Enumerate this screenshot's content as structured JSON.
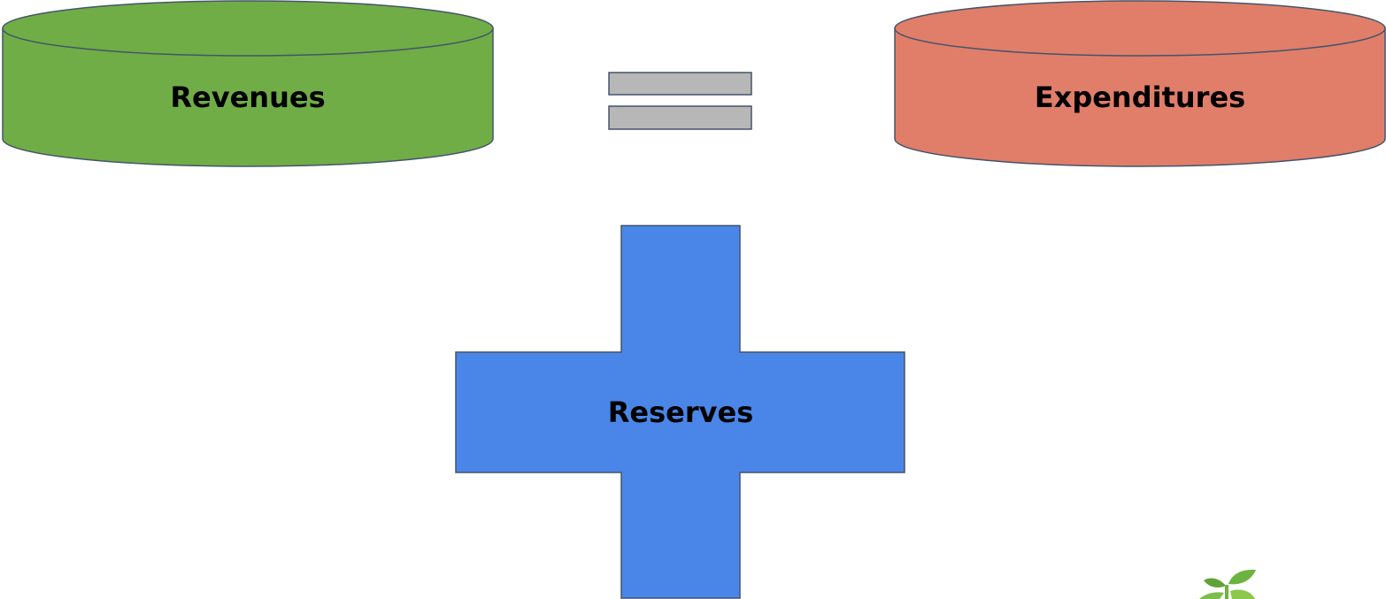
{
  "diagram": {
    "revenues": {
      "label": "Revenues",
      "fill": "#70AD47",
      "stroke": "#44546A"
    },
    "equals": {
      "fill": "#B7B7B7",
      "stroke": "#44546A"
    },
    "expenditures": {
      "label": "Expenditures",
      "fill": "#E07E6A",
      "stroke": "#44546A"
    },
    "reserves": {
      "label": "Reserves",
      "fill": "#4A86E8",
      "stroke": "#44546A"
    },
    "logo": {
      "icon": "sprout-icon",
      "color": "#6DB33F"
    }
  }
}
